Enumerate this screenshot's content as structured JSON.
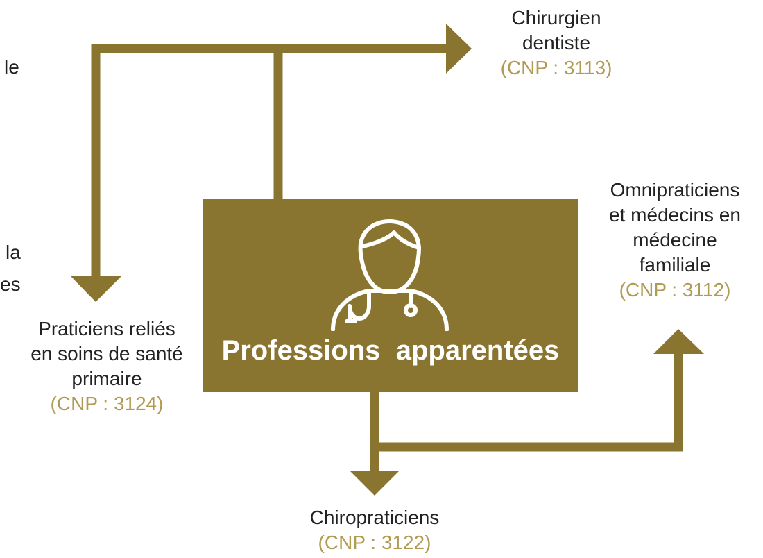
{
  "colors": {
    "accent": "#8a7530",
    "code_text": "#b09b54",
    "body_text": "#222222",
    "center_text": "#ffffff"
  },
  "center": {
    "title": "Professions  apparentées",
    "icon": "doctor-stethoscope-icon"
  },
  "nodes": {
    "dentist": {
      "lines": [
        "Chirurgien",
        "dentiste"
      ],
      "code": "(CNP : 3113)"
    },
    "primary_care": {
      "lines": [
        "Praticiens reliés",
        "en soins de santé",
        "primaire"
      ],
      "code": "(CNP : 3124)"
    },
    "general_practitioners": {
      "lines": [
        "Omnipraticiens",
        "et médecins en",
        "médecine",
        "familiale"
      ],
      "code": "(CNP : 3112)"
    },
    "chiropractors": {
      "lines": [
        "Chiropraticiens"
      ],
      "code": "(CNP : 3122)"
    }
  },
  "clipped_fragments": [
    "le",
    "la",
    "es"
  ]
}
